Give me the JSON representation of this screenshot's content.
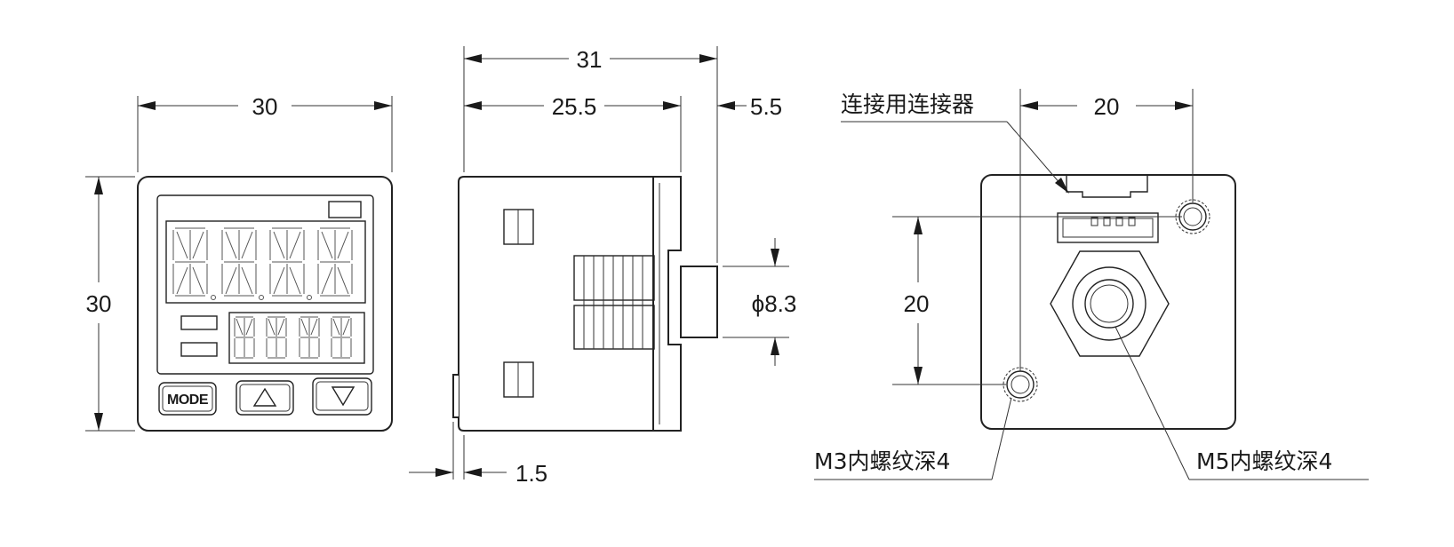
{
  "front_view": {
    "width_label": "30",
    "height_label": "30",
    "mode_button_label": "MODE",
    "up_button_symbol": "△",
    "down_button_symbol": "▽"
  },
  "side_view": {
    "overall_length_label": "31",
    "body_length_label": "25.5",
    "port_length_label": "5.5",
    "port_diameter_label": "ϕ8.3",
    "rear_offset_label": "1.5"
  },
  "back_view": {
    "connector_note": "连接用连接器",
    "hole_horizontal_label": "20",
    "hole_vertical_label": "20",
    "m3_thread_note": "M3内螺纹深4",
    "m5_thread_note": "M5内螺纹深4"
  }
}
